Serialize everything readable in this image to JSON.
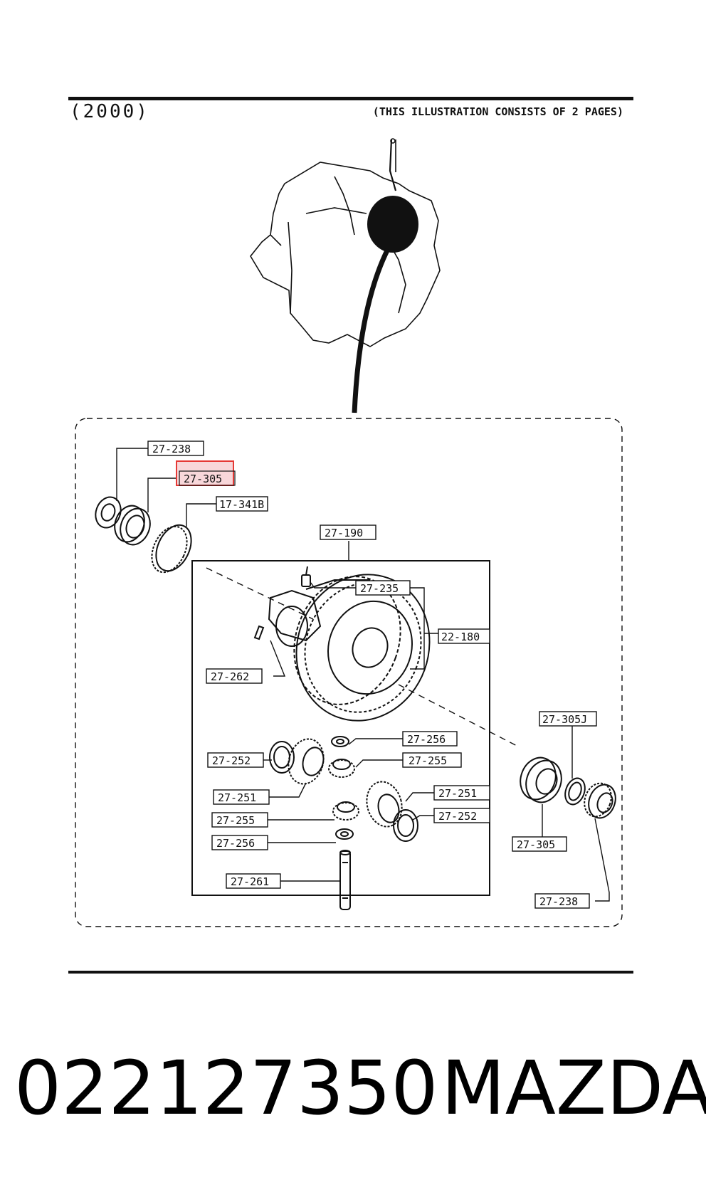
{
  "header": {
    "code": "(2000)",
    "page_note": "(THIS ILLUSTRATION CONSISTS OF  2 PAGES)"
  },
  "callouts": {
    "c_238_top": "27-238",
    "c_305_top": "27-305",
    "c_341": "17-341B",
    "c_190": "27-190",
    "c_235": "27-235",
    "c_180": "22-180",
    "c_262": "27-262",
    "c_256_r": "27-256",
    "c_255_r": "27-255",
    "c_252_l": "27-252",
    "c_251_l": "27-251",
    "c_251_r": "27-251",
    "c_252_r": "27-252",
    "c_255_l": "27-255",
    "c_256_l": "27-256",
    "c_261": "27-261",
    "c_305J": "27-305J",
    "c_305_bot": "27-305",
    "c_238_bot": "27-238"
  },
  "highlight": {
    "target": "27-305",
    "color": "#e53935"
  },
  "footer": {
    "part_number": "022127350",
    "brand": "MAZDA"
  }
}
